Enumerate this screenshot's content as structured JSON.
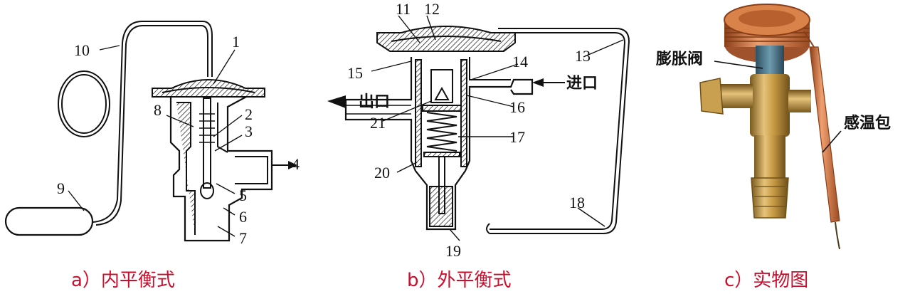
{
  "panel_a": {
    "caption": "a）内平衡式",
    "labels": [
      "1",
      "2",
      "3",
      "4",
      "5",
      "6",
      "7",
      "8",
      "9",
      "10"
    ]
  },
  "panel_b": {
    "caption": "b）外平衡式",
    "labels": [
      "11",
      "12",
      "13",
      "14",
      "15",
      "16",
      "17",
      "18",
      "19",
      "20",
      "21"
    ],
    "outlet": "出口",
    "inlet": "进口"
  },
  "panel_c": {
    "caption": "c）实物图",
    "valve_label": "膨胀阀",
    "bulb_label": "感温包"
  },
  "colors": {
    "caption": "#c8102e",
    "line": "#111111",
    "brass": "#b8913a",
    "copper": "#c8743a"
  }
}
